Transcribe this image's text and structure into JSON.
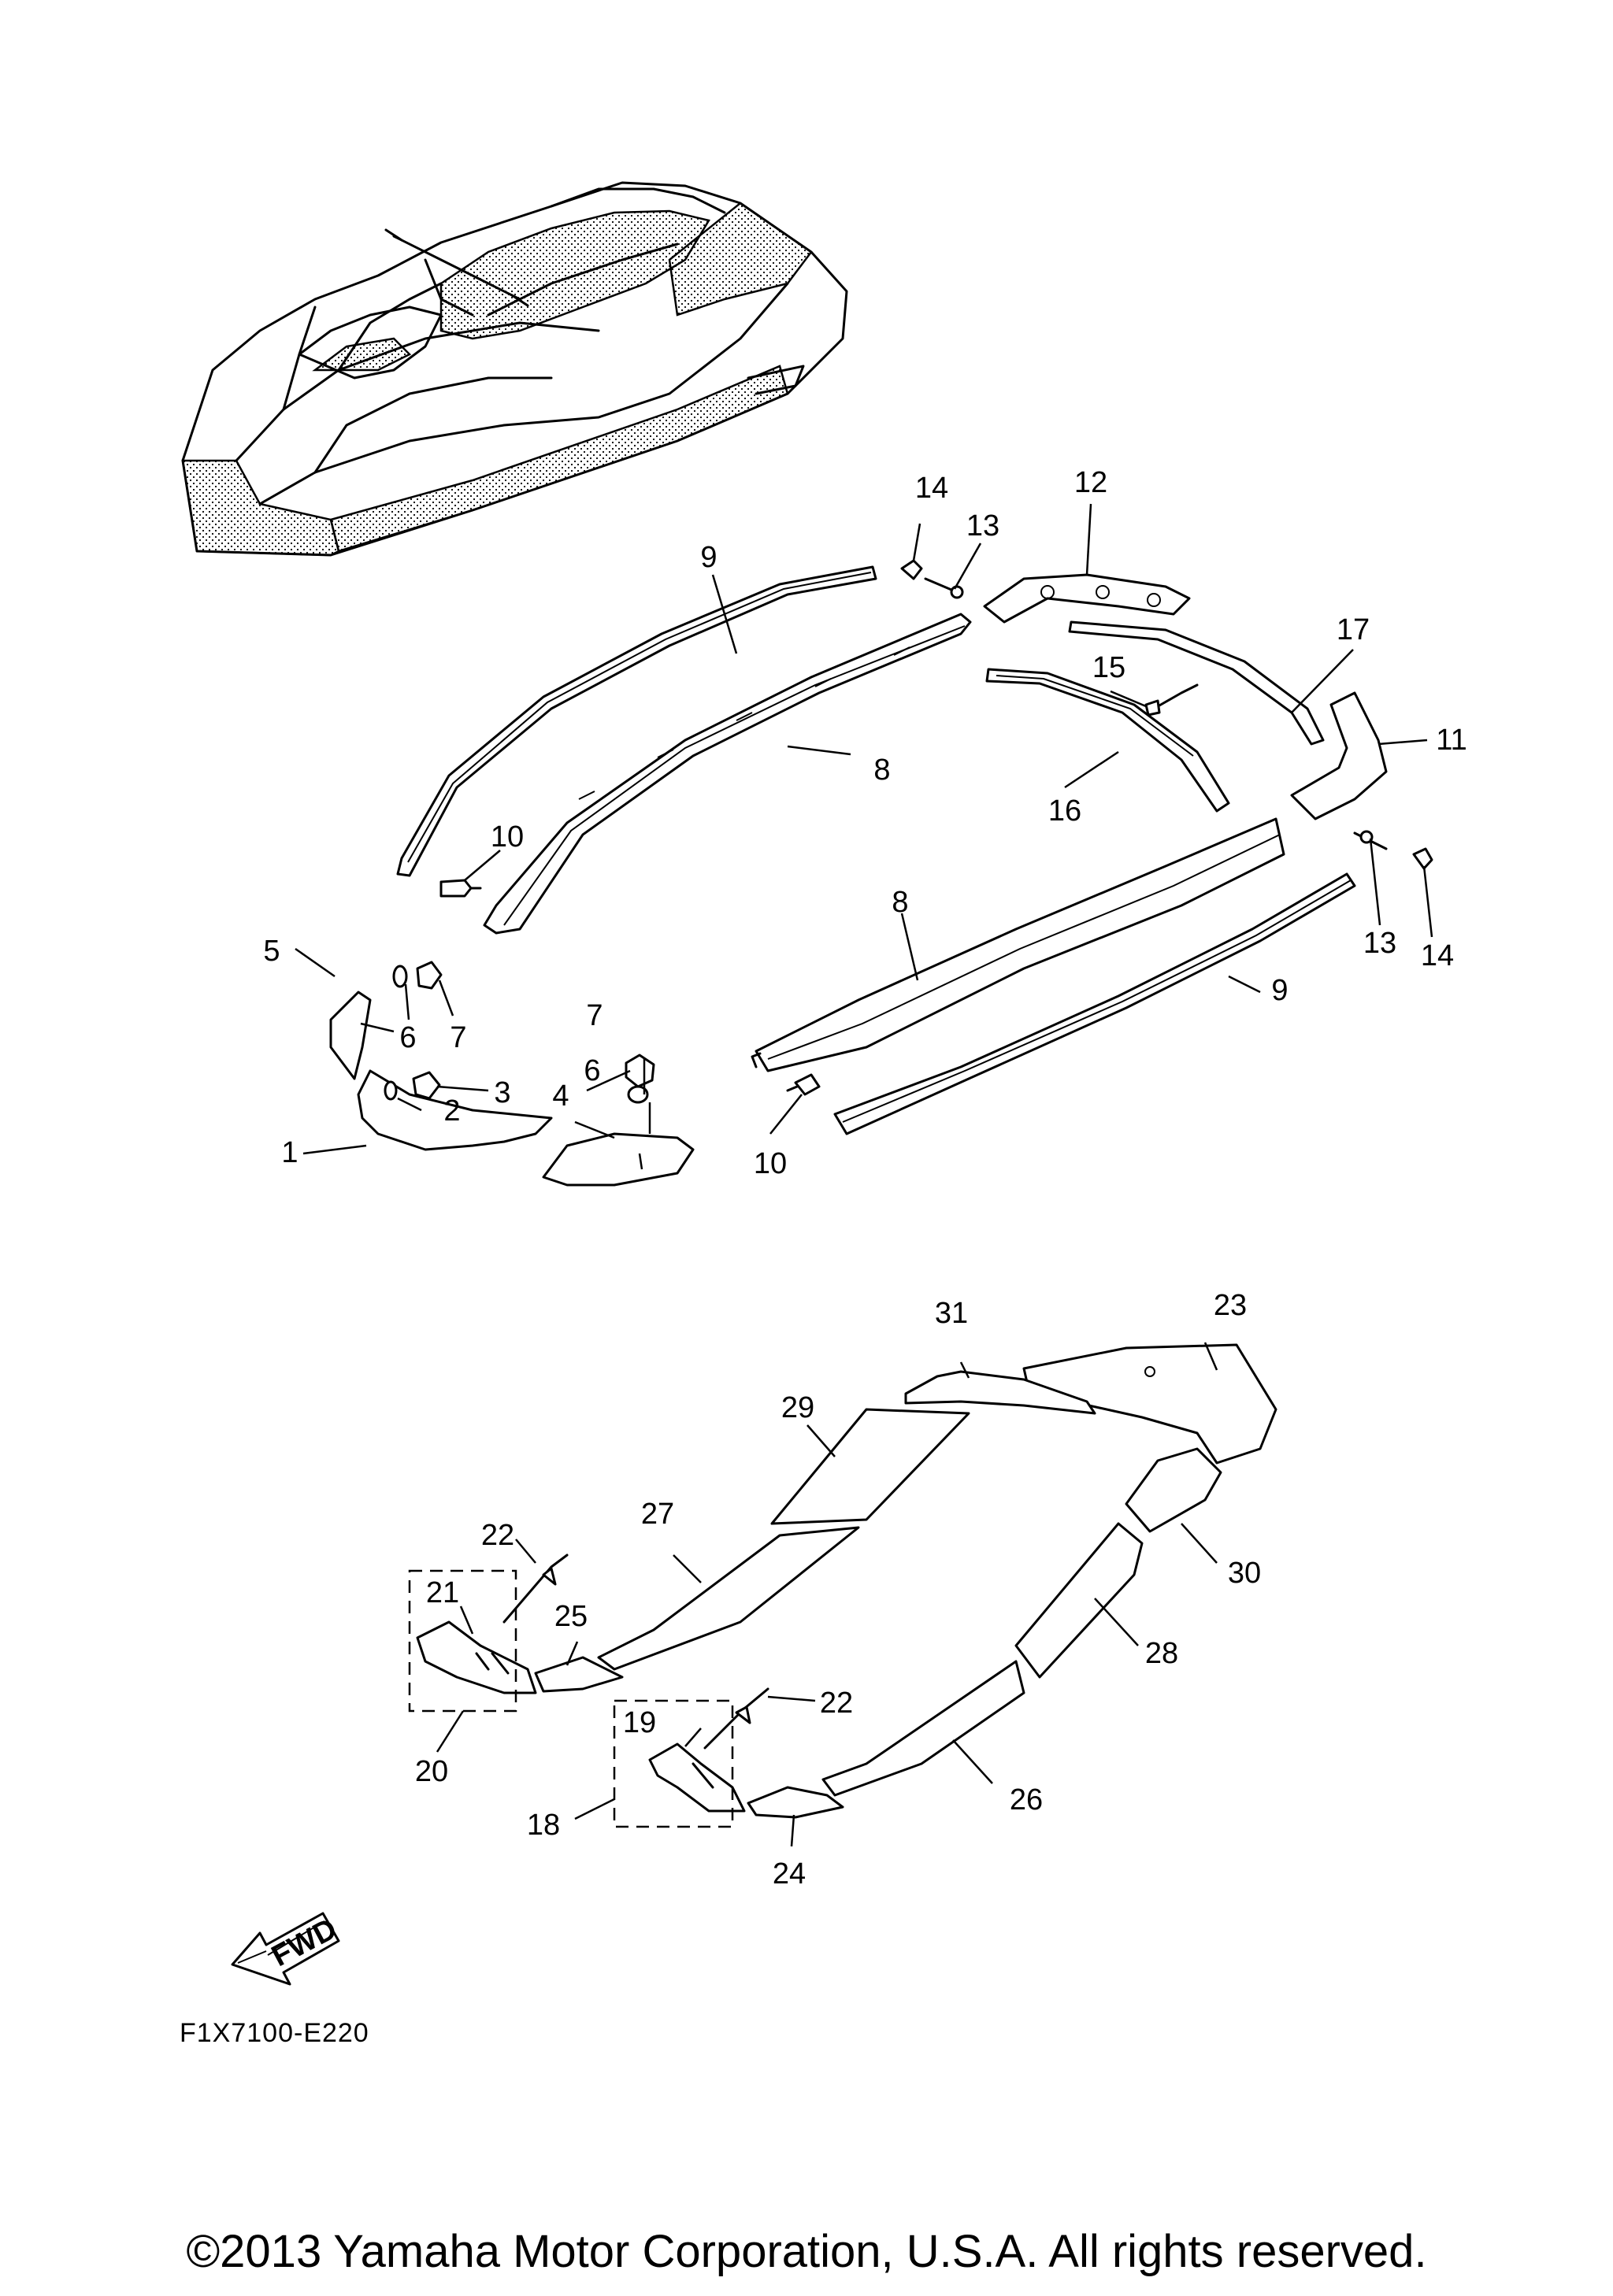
{
  "diagram_code": "F1X7100-E220",
  "copyright": "©2013 Yamaha Motor Corporation, U.S.A. All rights reserved.",
  "fwd_label": "FWD",
  "callouts": {
    "c1": "1",
    "c2": "2",
    "c3": "3",
    "c4": "4",
    "c5": "5",
    "c6a": "6",
    "c6b": "6",
    "c7a": "7",
    "c7b": "7",
    "c8a": "8",
    "c8b": "8",
    "c9a": "9",
    "c9b": "9",
    "c10a": "10",
    "c10b": "10",
    "c11": "11",
    "c12": "12",
    "c13a": "13",
    "c13b": "13",
    "c14a": "14",
    "c14b": "14",
    "c15": "15",
    "c16": "16",
    "c17": "17",
    "c18": "18",
    "c19": "19",
    "c20": "20",
    "c21": "21",
    "c22a": "22",
    "c22b": "22",
    "c23": "23",
    "c24": "24",
    "c25": "25",
    "c26": "26",
    "c27": "27",
    "c28": "28",
    "c29": "29",
    "c30": "30",
    "c31": "31"
  }
}
